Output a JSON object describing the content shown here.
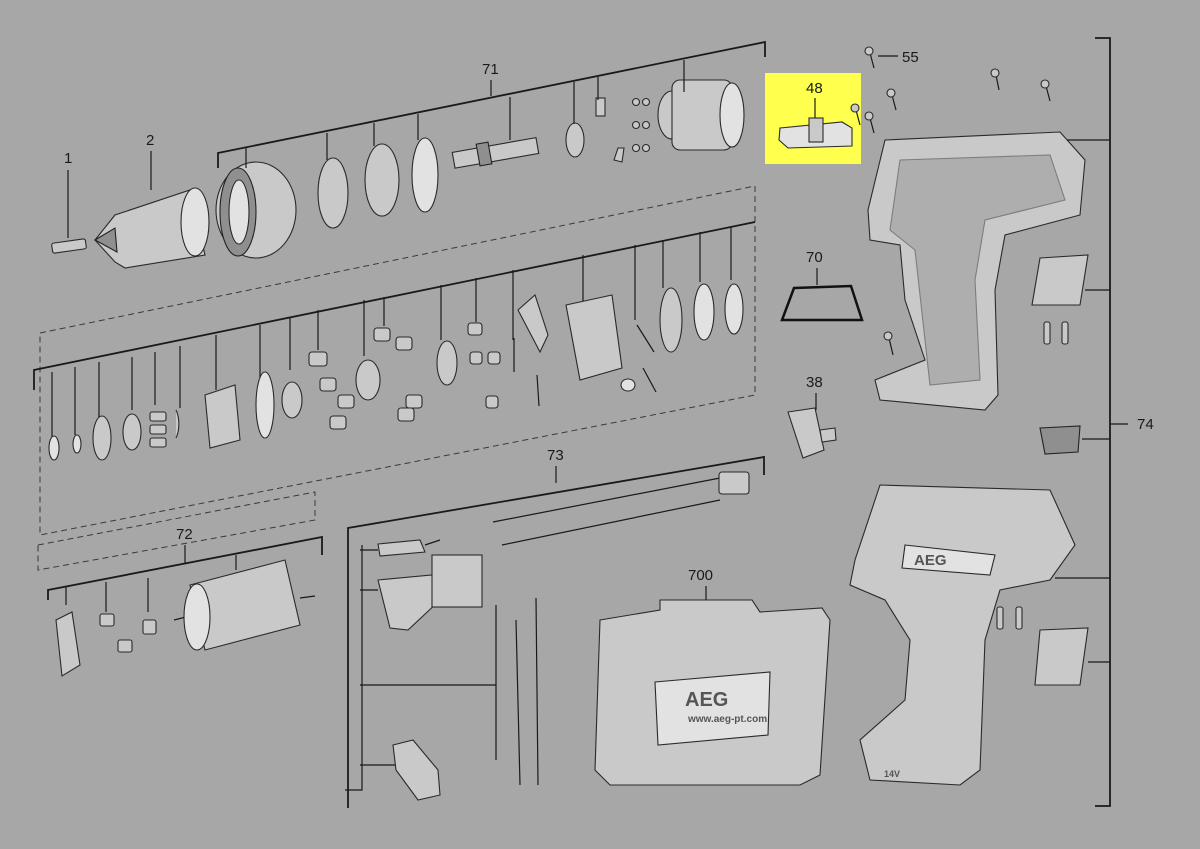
{
  "labels": {
    "p1": "1",
    "p2": "2",
    "p38": "38",
    "p48": "48",
    "p55": "55",
    "p70": "70",
    "p71": "71",
    "p72": "72",
    "p73": "73",
    "p74": "74",
    "p700": "700"
  },
  "case_brand": "AEG",
  "case_url": "www.aeg-pt.com",
  "housing_brand": "AEG",
  "voltage_mark": "14V",
  "colors": {
    "background": "#a7a7a7",
    "highlight": "#ffff4d",
    "line": "#1a1a1a"
  }
}
